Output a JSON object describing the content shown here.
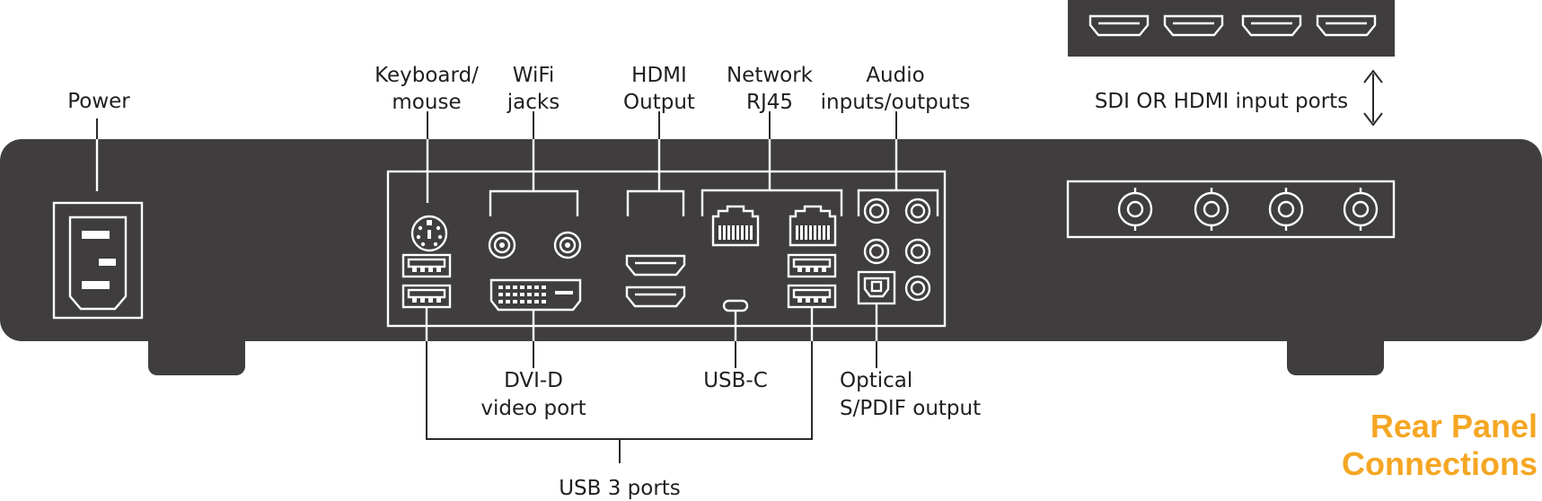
{
  "labels": {
    "power": "Power",
    "keyboard_line1": "Keyboard/",
    "keyboard_line2": "mouse",
    "wifi_line1": "WiFi",
    "wifi_line2": "jacks",
    "hdmi_out_line1": "HDMI",
    "hdmi_out_line2": "Output",
    "network_line1": "Network",
    "network_line2": "RJ45",
    "audio_line1": "Audio",
    "audio_line2": "inputs/outputs",
    "sdi_hdmi_inputs": "SDI OR HDMI input ports",
    "dvi_line1": "DVI-D",
    "dvi_line2": "video port",
    "usbc": "USB-C",
    "optical_line1": "Optical",
    "optical_line2": "S/PDIF output",
    "usb3": "USB 3 ports"
  },
  "title": {
    "line1": "Rear Panel",
    "line2": "Connections"
  },
  "colors": {
    "chassis": "#3f3d3e",
    "title": "#f5a623",
    "port_outline": "#ffffff"
  }
}
